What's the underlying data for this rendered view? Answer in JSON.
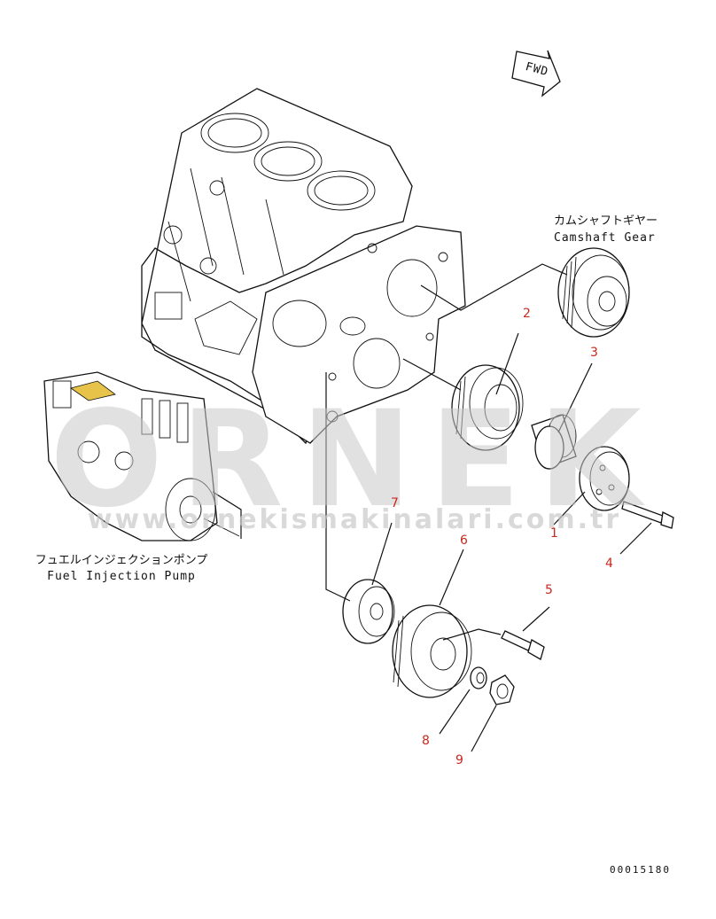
{
  "labels": {
    "camshaft_gear_jp": "カムシャフトギヤー",
    "camshaft_gear_en": "Camshaft Gear",
    "fuel_pump_jp": "フュエルインジェクションポンプ",
    "fuel_pump_en": "Fuel Injection Pump",
    "fwd": "FWD",
    "drawing_code": "00015180"
  },
  "watermark": {
    "brand": "ORNEK",
    "url": "www.ornekismakinalari.com.tr"
  },
  "callouts": [
    "1",
    "2",
    "3",
    "4",
    "5",
    "6",
    "7",
    "8",
    "9"
  ],
  "colors": {
    "callout": "#c8281e",
    "linework": "#111111",
    "watermark": "#c9c9c9",
    "highlight": "#e8c34a"
  }
}
